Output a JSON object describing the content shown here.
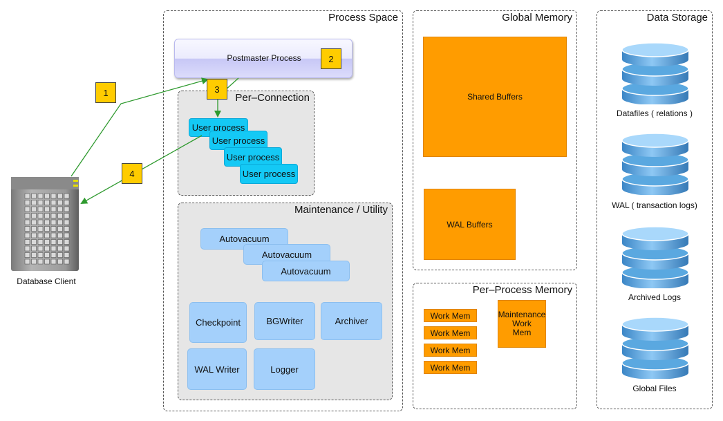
{
  "client": {
    "label": "Database Client"
  },
  "process_space": {
    "title": "Process Space",
    "postmaster": {
      "label": "Postmaster Process",
      "badge": "2"
    },
    "per_connection": {
      "title": "Per–Connection",
      "user_processes": [
        "User process",
        "User process",
        "User process",
        "User process"
      ]
    },
    "maintenance": {
      "title": "Maintenance / Utility",
      "autovacuums": [
        "Autovacuum",
        "Autovacuum",
        "Autovacuum"
      ],
      "utilities": [
        "Checkpoint",
        "BGWriter",
        "Archiver",
        "WAL Writer",
        "Logger"
      ]
    }
  },
  "flow_badges": [
    "1",
    "3",
    "4"
  ],
  "global_memory": {
    "title": "Global Memory",
    "shared_buffers": "Shared Buffers",
    "wal_buffers": "WAL Buffers"
  },
  "per_process_memory": {
    "title": "Per–Process Memory",
    "work_mem": [
      "Work Mem",
      "Work Mem",
      "Work Mem",
      "Work Mem"
    ],
    "maintenance_work_mem": [
      "Maintenance",
      "Work",
      "Mem"
    ]
  },
  "data_storage": {
    "title": "Data Storage",
    "items": [
      "Datafiles ( relations )",
      "WAL ( transaction logs)",
      "Archived Logs",
      "Global Files"
    ]
  },
  "colors": {
    "badge": "#ffcc00",
    "user_process": "#14c9f5",
    "utility": "#a4d0fb",
    "memory": "#ff9c00",
    "arrow": "#2f9a2f",
    "cylinder": "#5aa8e0"
  }
}
